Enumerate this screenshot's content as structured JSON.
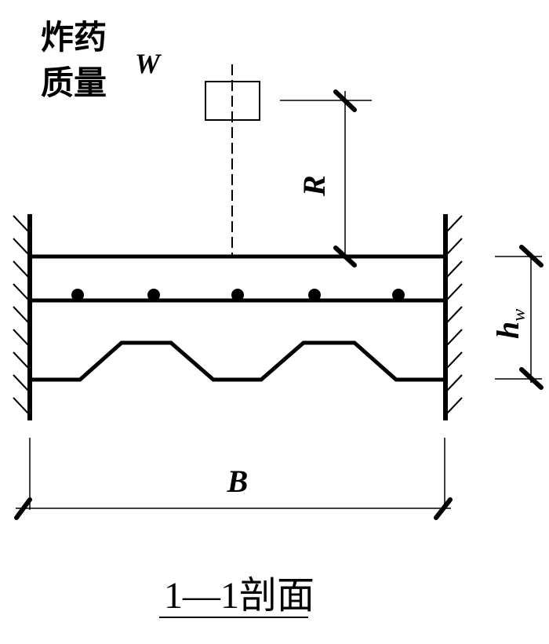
{
  "diagram": {
    "type": "structural-cross-section",
    "labels": {
      "charge_line1": "炸药",
      "charge_line2": "质量",
      "charge_symbol": "W",
      "distance_symbol": "R",
      "height_symbol": "h",
      "height_subscript": "w",
      "width_symbol": "B",
      "section_title": "1—1剖面"
    },
    "rebar_count": 5,
    "colors": {
      "stroke": "#000000",
      "background": "#ffffff"
    }
  }
}
